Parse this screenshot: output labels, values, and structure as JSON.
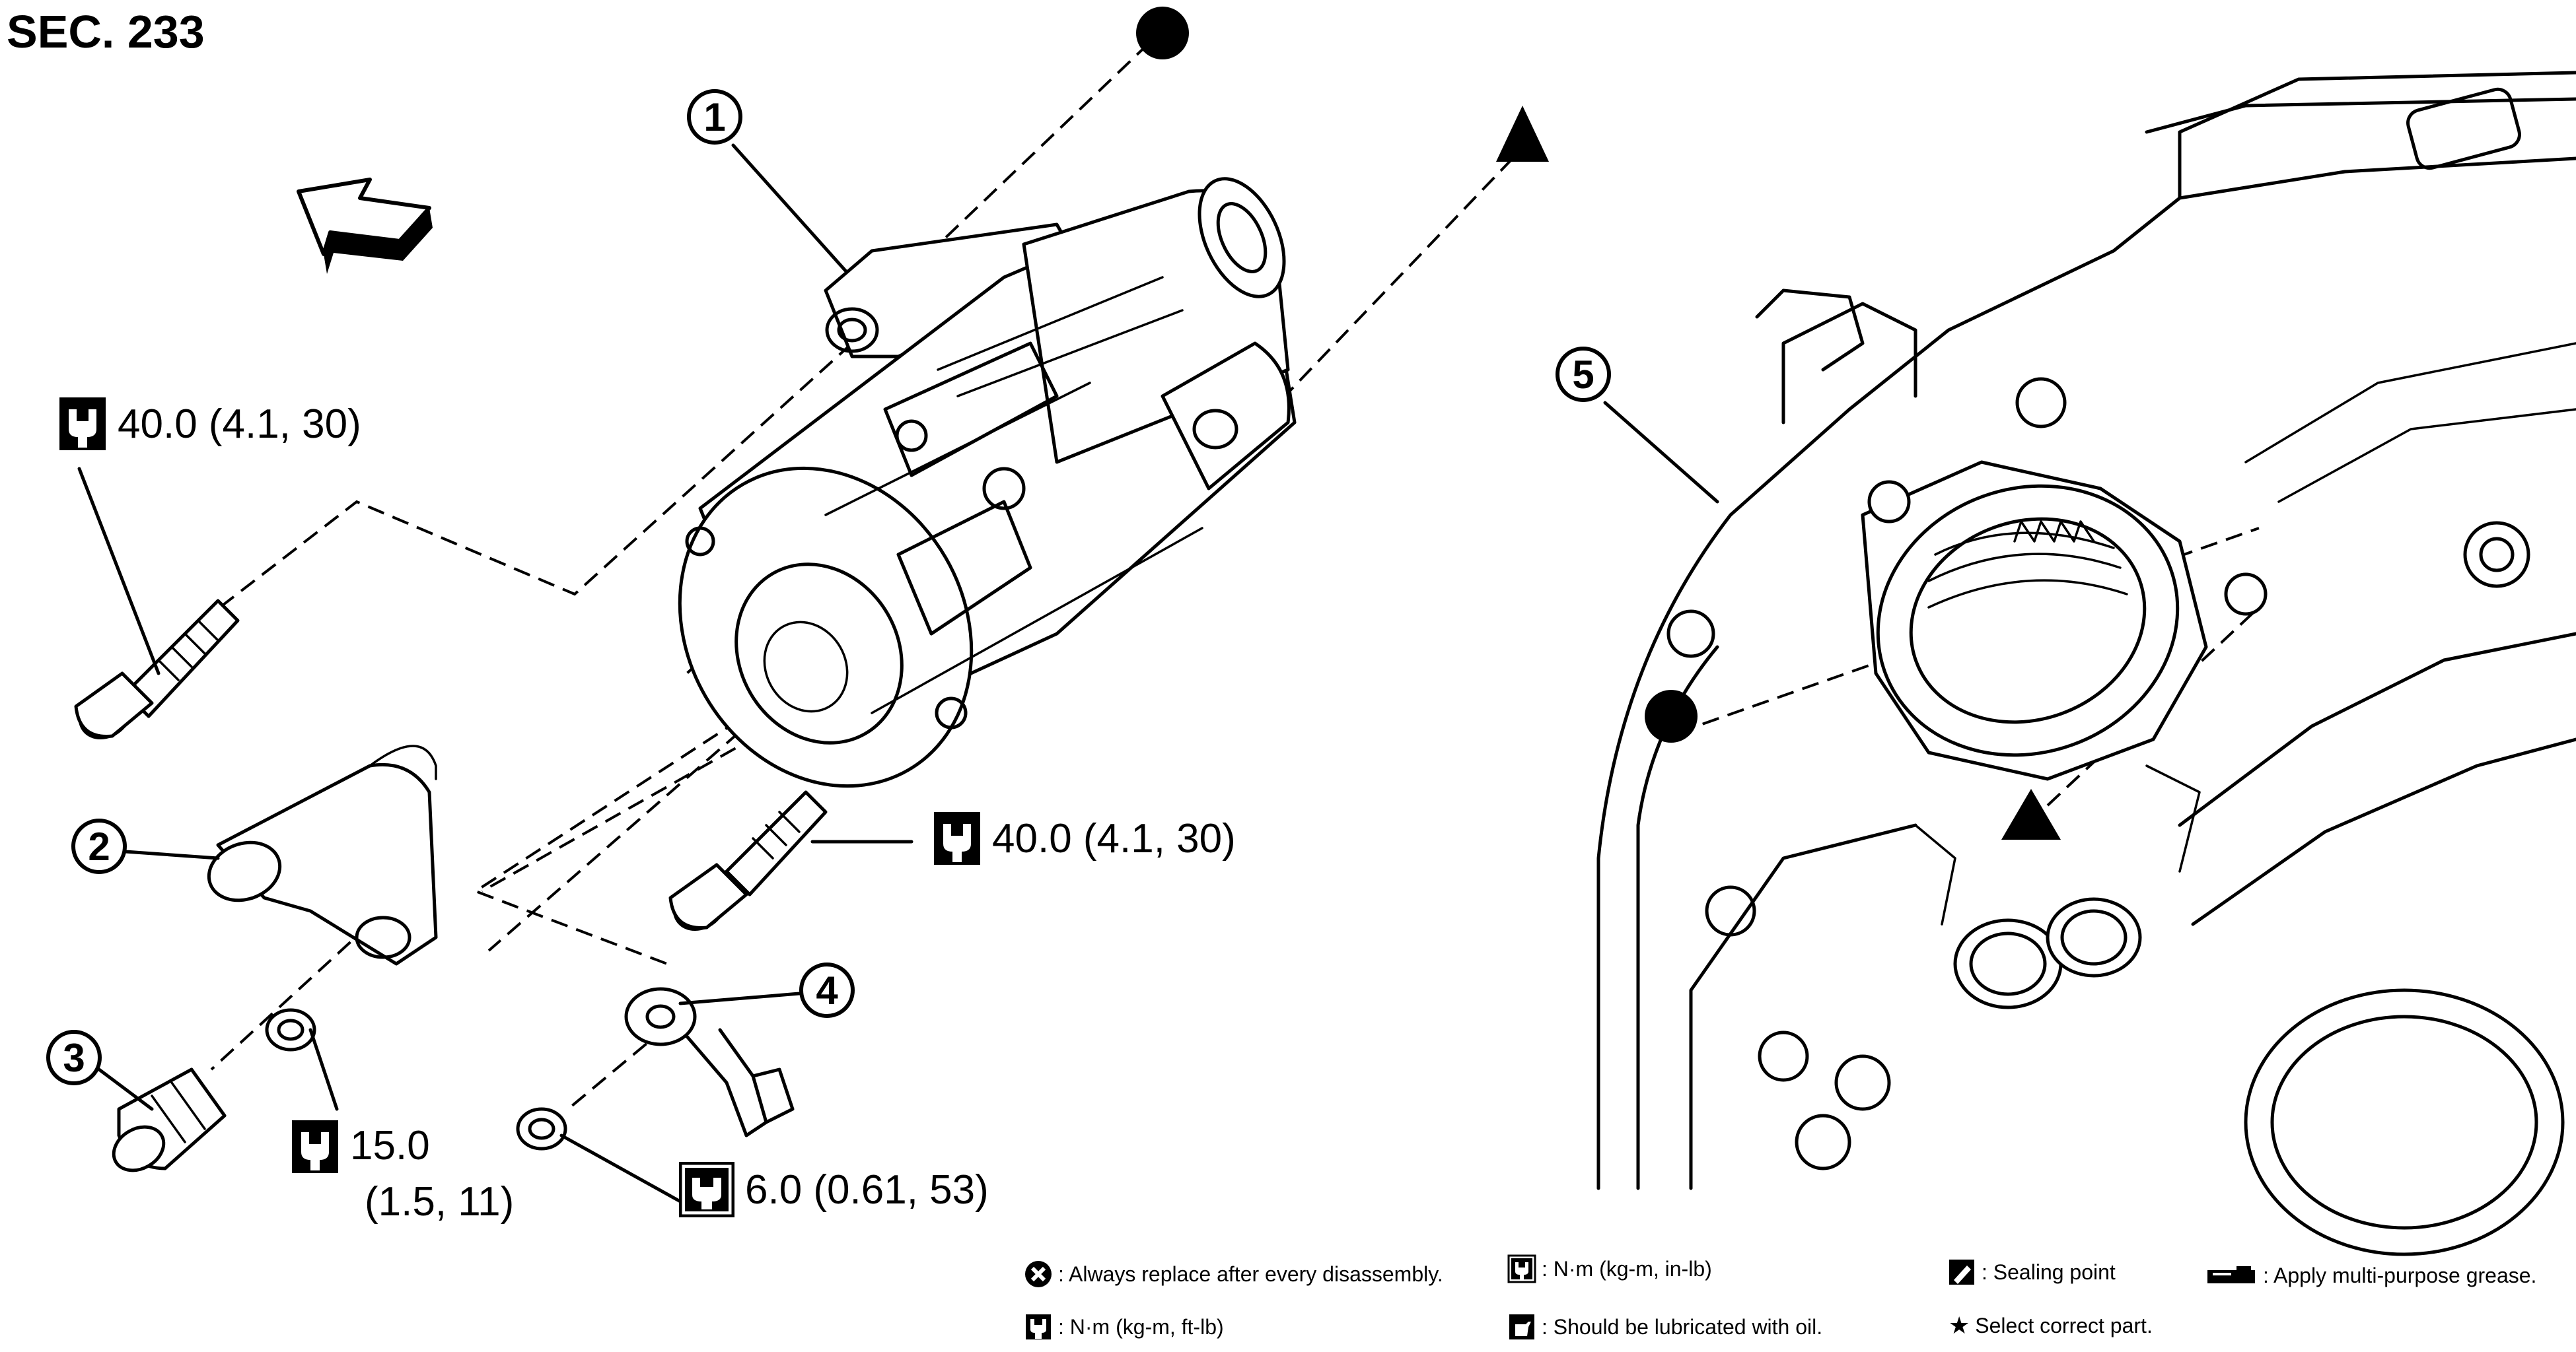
{
  "header": {
    "section": "SEC. 233"
  },
  "callouts": [
    "1",
    "2",
    "3",
    "4",
    "5"
  ],
  "torques": {
    "upper_bolt": "40.0 (4.1, 30)",
    "lower_bolt": "40.0 (4.1, 30)",
    "terminal_nut_line1": "15.0",
    "terminal_nut_line2": "(1.5, 11)",
    "harness_nut": "6.0 (0.61, 53)"
  },
  "legend": {
    "replace": ": Always replace after every disassembly.",
    "nm_inlb": ": N·m (kg-m, in-lb)",
    "sealing": ": Sealing point",
    "grease": ": Apply multi-purpose grease.",
    "nm_ftlb": ": N·m (kg-m, ft-lb)",
    "oil": ": Should be lubricated with oil.",
    "select": "Select correct part."
  },
  "icons": {
    "front_arrow": "front-direction-arrow-icon",
    "circle_marker": "filled-circle-alignment-mark-icon",
    "triangle_marker": "filled-triangle-alignment-mark-icon",
    "torque_wrench": "torque-wrench-icon",
    "star": "★"
  }
}
